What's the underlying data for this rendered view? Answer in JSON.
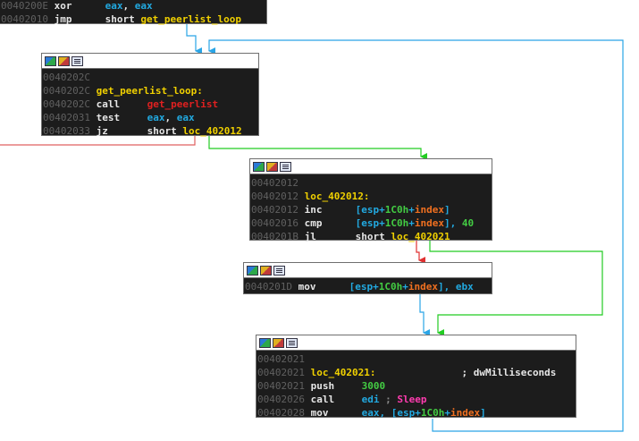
{
  "colors": {
    "node_bg": "#1c1c1c",
    "address": "#606060",
    "mnemonic": "#e6e6e6",
    "register": "#22a9e0",
    "label": "#f0d000",
    "call_target": "#e02020",
    "immediate": "#43cc43",
    "api": "#ff3cb0",
    "variable": "#f07020",
    "edge_unconditional": "#2aa5e6",
    "edge_true": "#22cc22",
    "edge_false": "#e03030"
  },
  "node_icons": [
    "graph-icon",
    "pencil-icon",
    "text-icon"
  ],
  "blocks": {
    "top": {
      "lines": [
        {
          "addr": "0040200E",
          "mn": "xor",
          "op1": "eax",
          "op2": "eax"
        },
        {
          "addr": "00402010",
          "mn": "jmp",
          "op1": "short",
          "op2": "get_peerlist_loop"
        }
      ]
    },
    "loop": {
      "blank_addr": "0040202C",
      "label_addr": "0040202C",
      "label": "get_peerlist_loop:",
      "lines": [
        {
          "addr": "0040202C",
          "mn": "call",
          "op1": "get_peerlist"
        },
        {
          "addr": "00402031",
          "mn": "test",
          "op1": "eax",
          "op2": "eax"
        },
        {
          "addr": "00402033",
          "mn": "jz",
          "op1": "short",
          "op2": "loc_402012"
        }
      ]
    },
    "b402012": {
      "blank_addr": "00402012",
      "label_addr": "00402012",
      "label": "loc_402012:",
      "lines": [
        {
          "addr": "00402012",
          "mn": "inc",
          "op1": "[esp+",
          "op2": "1C0h",
          "op3": "+",
          "op4": "index",
          "op5": "]"
        },
        {
          "addr": "00402016",
          "mn": "cmp",
          "op1": "[esp+",
          "op2": "1C0h",
          "op3": "+",
          "op4": "index",
          "op5": "], ",
          "op6": "40"
        },
        {
          "addr": "0040201B",
          "mn": "jl",
          "op1": "short",
          "op2": "loc_402021"
        }
      ]
    },
    "b40201d": {
      "lines": [
        {
          "addr": "0040201D",
          "mn": "mov",
          "op1": "[esp+",
          "op2": "1C0h",
          "op3": "+",
          "op4": "index",
          "op5": "], ",
          "op6": "ebx"
        }
      ]
    },
    "b402021": {
      "blank_addr": "00402021",
      "label_addr": "00402021",
      "label": "loc_402021:",
      "label_comment": "; dwMilliseconds",
      "lines": [
        {
          "addr": "00402021",
          "mn": "push",
          "op1": "3000"
        },
        {
          "addr": "00402026",
          "mn": "call",
          "op1": "edi",
          "op2": " ; ",
          "op3": "Sleep"
        },
        {
          "addr": "00402028",
          "mn": "mov",
          "op1": "eax, ",
          "op2": "[esp+",
          "op3": "1C0h",
          "op4": "+",
          "op5": "index",
          "op6": "]"
        }
      ]
    }
  }
}
